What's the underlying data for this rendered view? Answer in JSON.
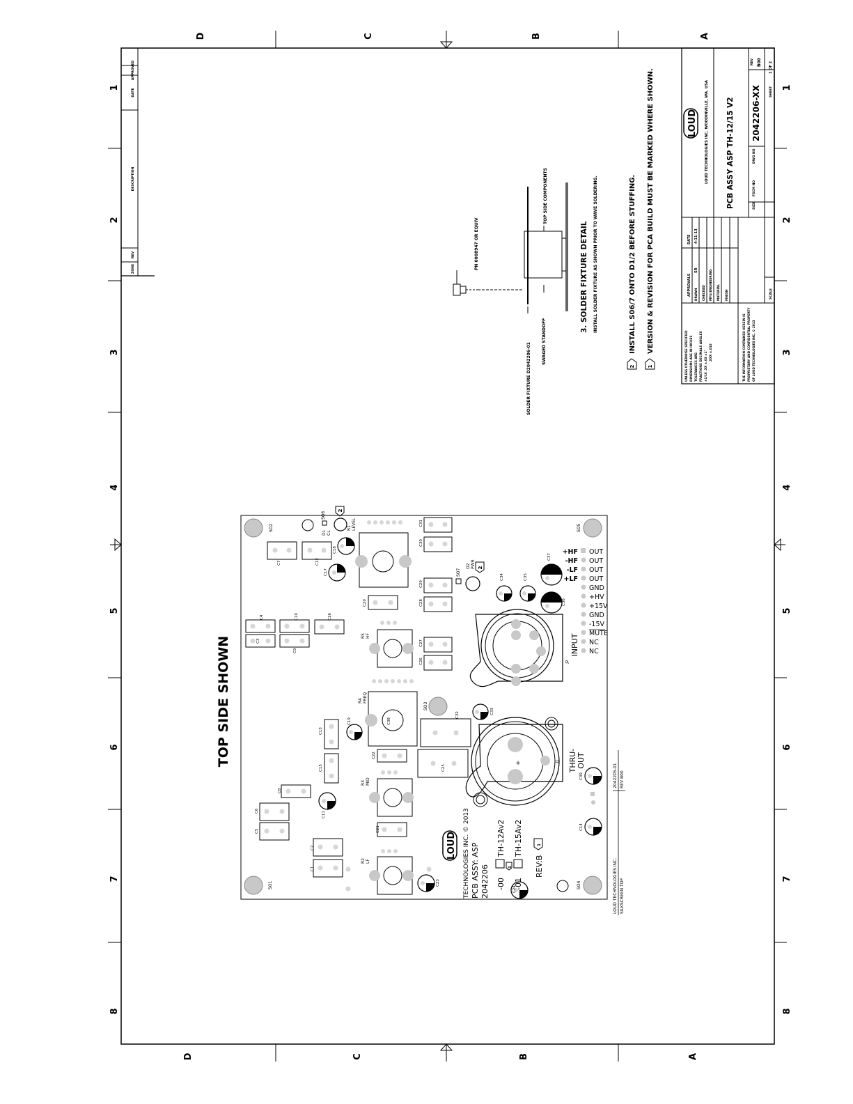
{
  "border": {
    "rows_top": [
      "D",
      "C",
      "B",
      "A"
    ],
    "rows_bottom": [
      "D",
      "C",
      "B",
      "A"
    ],
    "cols": [
      "1",
      "2",
      "3",
      "4",
      "5",
      "6",
      "7",
      "8"
    ]
  },
  "title": "TOP SIDE SHOWN",
  "notes": {
    "n3_title": "3.  SOLDER FIXTURE DETAIL",
    "n3_sub": "INSTALL SOLDER FIXTURE AS SHOWN PRIOR TO WAVE SOLDERING.",
    "n2": "INSTALL S06/7 ONTO D1/2 BEFORE STUFFING.",
    "n1": "VERSION & REVISION FOR PCA BUILD MUST BE MARKED WHERE SHOWN.",
    "n2_num": "2",
    "n1_num": "1"
  },
  "fixture": {
    "pn": "PN 0008947 OR EQUIV",
    "top_side": "TOP SIDE COMPONENTS",
    "swaged": "SWAGED STANDOFF",
    "fixture": "SOLDER FIXTURE D2042206-01"
  },
  "titleblock": {
    "company": "LOUD TECHNOLOGIES INC. WOODINVILLE, WA. USA",
    "logo": "LOUD",
    "desc": "PCB ASSY ASP TH-12/15 V2",
    "dwg": "2042206-XX",
    "approvals": "APPROVALS",
    "date_h": "DATE",
    "drawn": "DRAWN",
    "drawn_by": "SR",
    "date_v": "4-11-13",
    "checked": "CHECKED",
    "mfg": "MFG ENGINEERING",
    "material": "MATERIAL",
    "finish": "FINISH",
    "size": "SIZE",
    "fscm": "FSCM NO",
    "dwgno": "DWG NO",
    "rev_h": "REV",
    "rev": "B00",
    "scale": "SCALE",
    "sheet": "SHEET",
    "sheet_v": "1  OF  2",
    "tol1": "UNLESS OTHERWISE SPECIFIED",
    "tol2": "DIMENSIONS ARE IN INCHES",
    "tol3": "TOLERANCES ARE:",
    "tol4": "FRACTIONS  DECIMALS  ANGLES",
    "tol5": "±1/16   .XX ±.03   ±1°",
    "tol6": ".XXX ±.010",
    "prop1": "THE INFORMATION CONTAINED HEREIN IS",
    "prop2": "PROPRIETARY AND CONFIDENTIAL PROPERTY",
    "prop3": "OF LOUD TECHNOLOGIES INC. © 2013"
  },
  "revblock": {
    "zone": "ZONE",
    "rev": "REV",
    "desc": "DESCRIPTION",
    "date": "DATE",
    "approved": "APPROVED"
  },
  "board": {
    "pins_top": [
      "+HF",
      "-HF",
      "-LF",
      "+LF"
    ],
    "pins": [
      "OUT",
      "OUT",
      "OUT",
      "OUT",
      "GND",
      "+HV",
      "+15V",
      "GND",
      "-15V",
      "MUTE",
      "NC",
      "NC"
    ],
    "input": "INPUT",
    "thru1": "THRU-",
    "thru2": "OUT",
    "j1": "J1",
    "j2": "J2",
    "pot_r1": "R1",
    "pot_r1_name": "LEVEL",
    "pot_r2": "R2",
    "pot_r2_name": "LF",
    "pot_r3": "R3",
    "pot_r3_name": "MID",
    "pot_r4": "R4",
    "pot_r4_name": "FREQ",
    "pot_r5": "R5",
    "pot_r5_name": "HF",
    "d1": "D1",
    "d1b": "CL",
    "d2": "D2",
    "d2b": "PWR",
    "so1": "SO1",
    "so2": "SO2",
    "so3": "SO3",
    "so4": "SO4",
    "so5": "SO5",
    "so6": "SO6",
    "so7": "SO7",
    "caps": [
      "C1",
      "C2",
      "C3",
      "C4",
      "C5",
      "C6",
      "C7",
      "C8",
      "C9",
      "C10",
      "C11",
      "C12",
      "C13",
      "C14",
      "C15",
      "C16",
      "C17",
      "C18",
      "C19",
      "C20",
      "C21",
      "C22",
      "C23",
      "C24",
      "C25",
      "C26",
      "C27",
      "C28",
      "C29",
      "C30",
      "C31",
      "C32",
      "C33",
      "C34",
      "C35",
      "C36",
      "C37",
      "C38",
      "C39"
    ],
    "mark2a": "2",
    "mark2b": "2",
    "mark1": "1",
    "company": "TECHNOLOGIES INC. © 2013",
    "assy": "PCB ASSY: ASP",
    "pn": "2042206",
    "v0": "-00",
    "v1": "-01",
    "m1": "TH-12Av2",
    "m2": "TH-15Av2",
    "rev": "REV:B",
    "logo": "LOUD",
    "silk1": "LOUD TECHNOLOGIES INC.",
    "silk2": "SILKSCREEN TOP",
    "silk3": "2042205-01",
    "silk4": "REV B00",
    "plus": "+"
  }
}
